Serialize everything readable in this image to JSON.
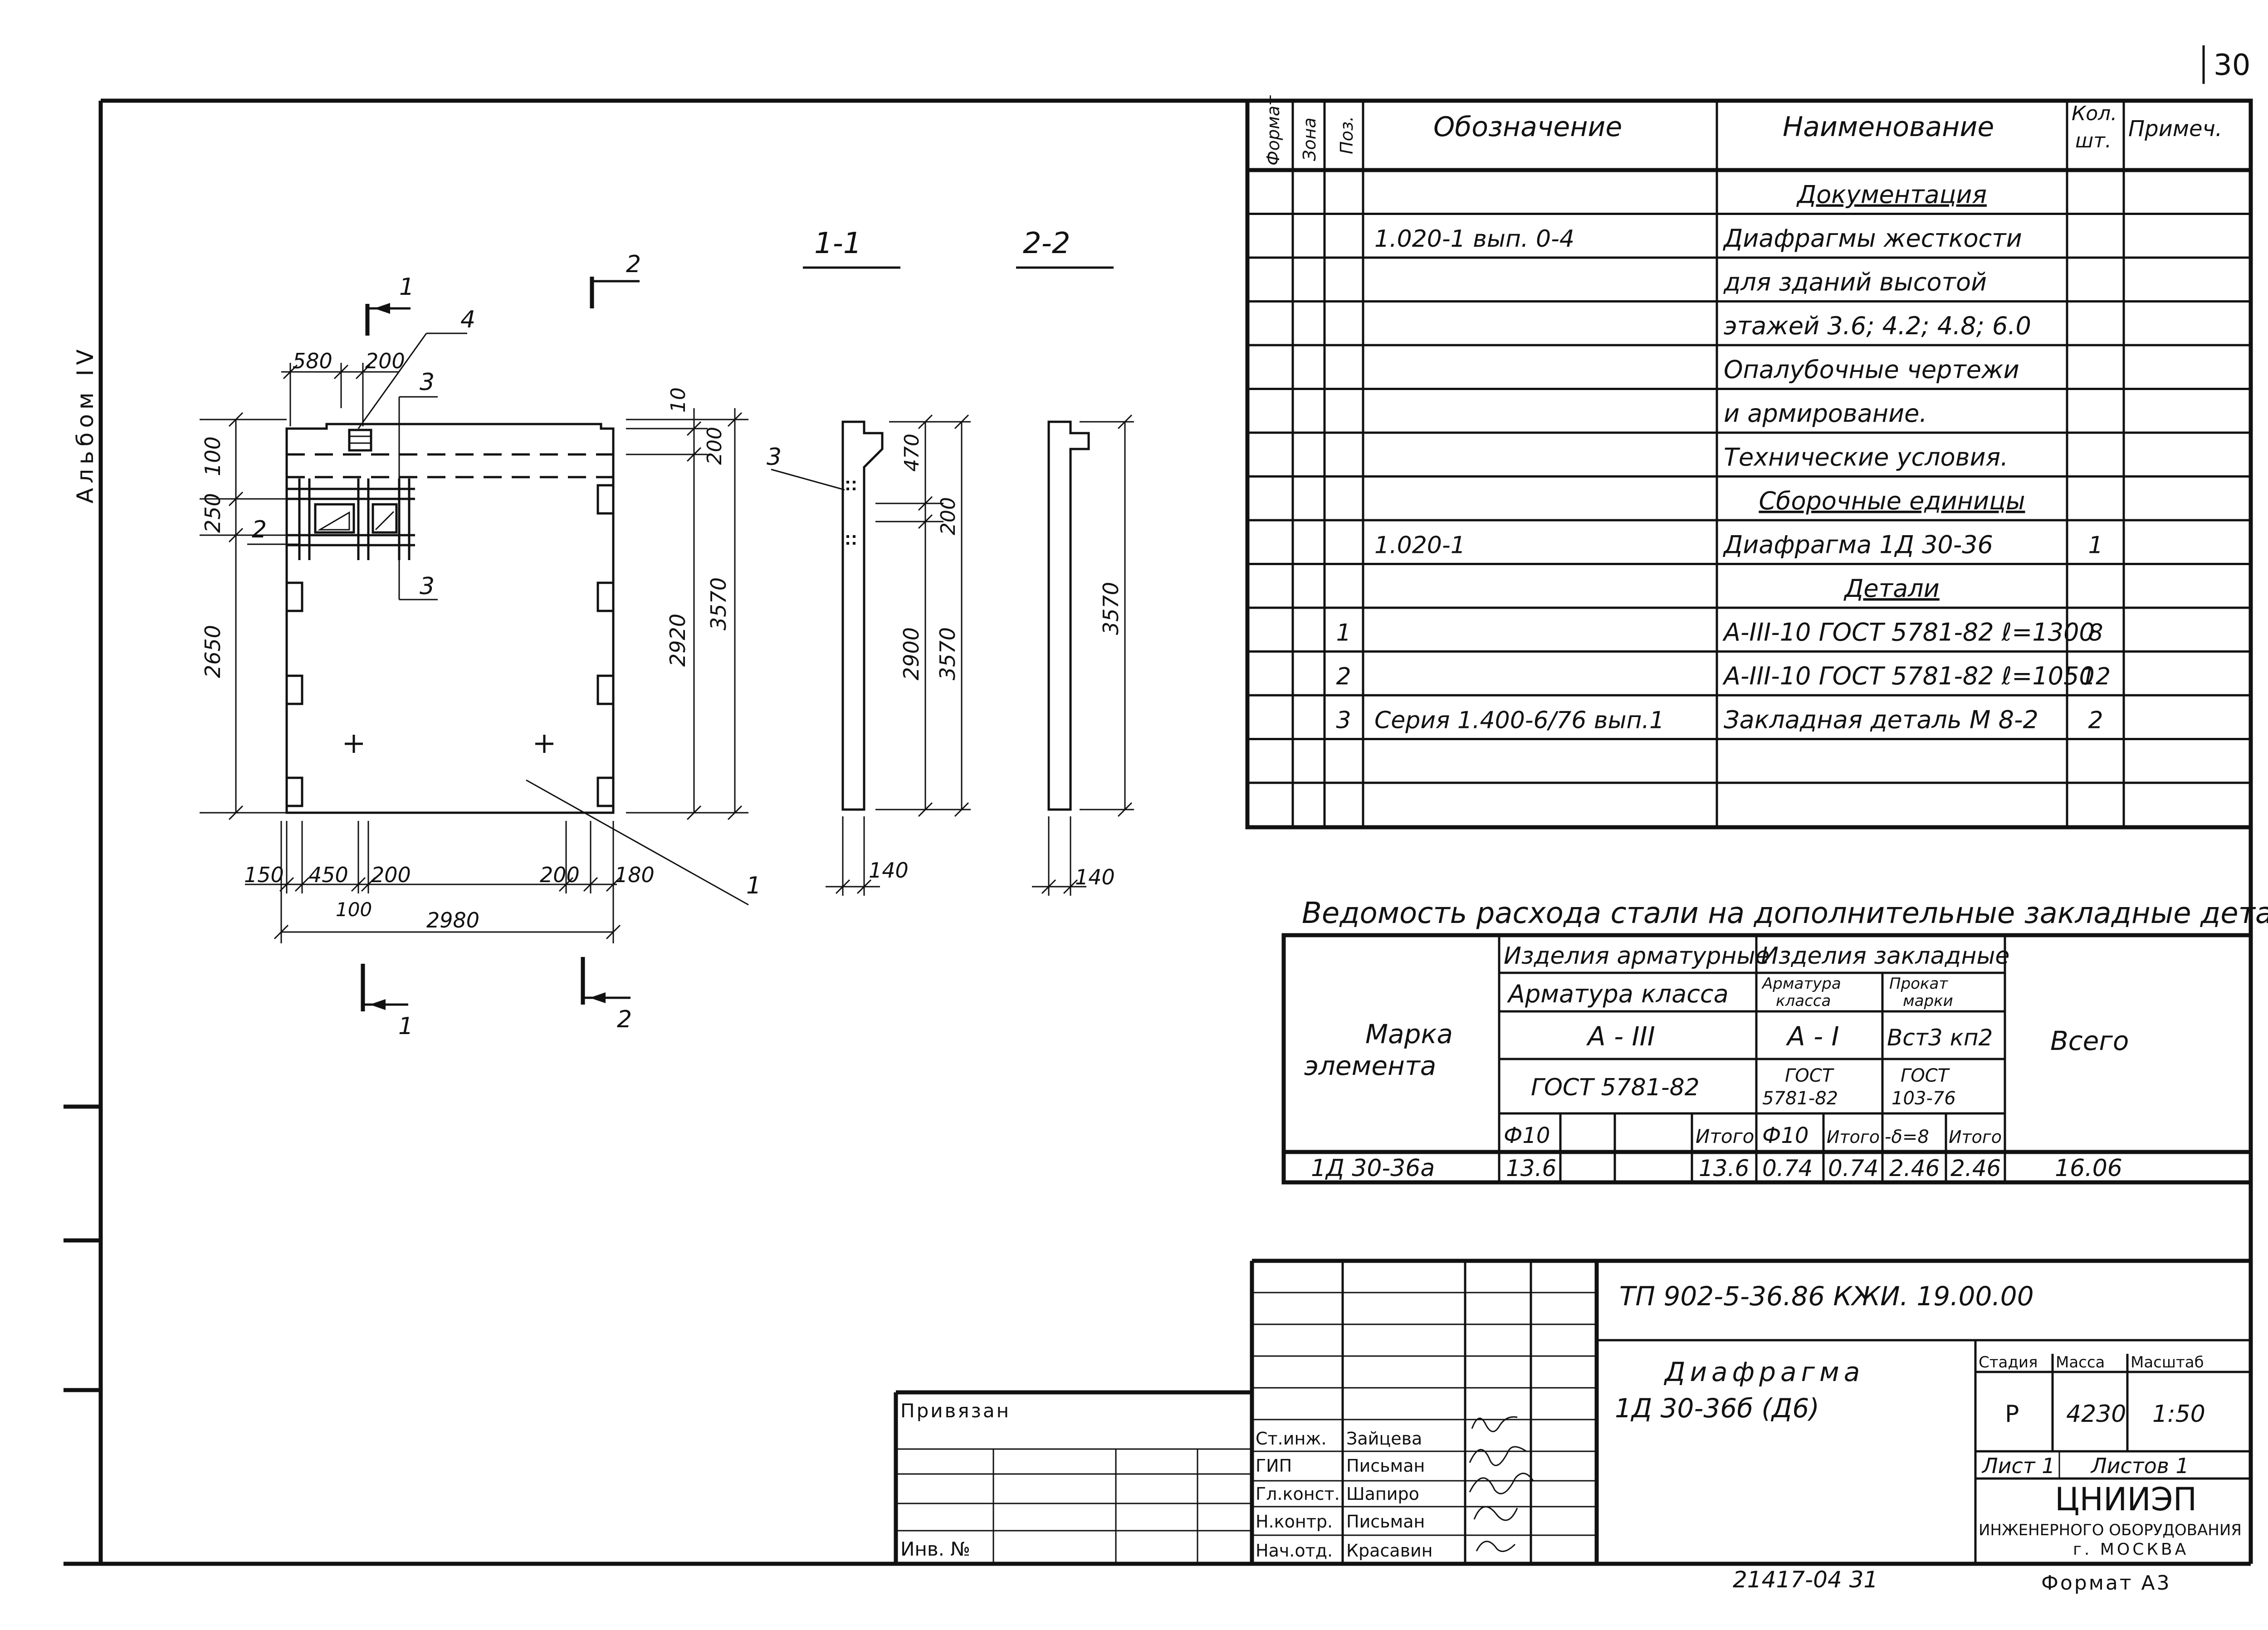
{
  "page_number": "30",
  "album": "Альбом IV",
  "drawing": {
    "section_labels": [
      "1-1",
      "2-2"
    ],
    "cut_marks": [
      "1",
      "2"
    ],
    "callouts": [
      "1",
      "2",
      "3",
      "4"
    ],
    "dims_top": [
      "580",
      "200"
    ],
    "dims_left": [
      "100",
      "250",
      "2650"
    ],
    "dims_bottom": [
      "150",
      "450",
      "200",
      "100",
      "200",
      "180",
      "2980"
    ],
    "dims_right": [
      "10",
      "200",
      "2920",
      "3570"
    ],
    "dims_s1": [
      "470",
      "200",
      "2900",
      "3570",
      "140"
    ],
    "dims_s2": [
      "3570",
      "140"
    ]
  },
  "spec": {
    "headers": {
      "format": "Формат",
      "zone": "Зона",
      "pos": "Поз.",
      "designation": "Обозначение",
      "name": "Наименование",
      "qty": "Кол. шт.",
      "note": "Примеч."
    },
    "rows": [
      {
        "pos": "",
        "designation": "",
        "name": "Документация",
        "qty": "",
        "heading": true
      },
      {
        "pos": "",
        "designation": "1.020-1    вып. 0-4",
        "name": "Диафрагмы жесткости",
        "qty": ""
      },
      {
        "pos": "",
        "designation": "",
        "name": "для зданий высотой",
        "qty": ""
      },
      {
        "pos": "",
        "designation": "",
        "name": "этажей 3.6; 4.2; 4.8; 6.0",
        "qty": ""
      },
      {
        "pos": "",
        "designation": "",
        "name": "Опалубочные чертежи",
        "qty": ""
      },
      {
        "pos": "",
        "designation": "",
        "name": "и армирование.",
        "qty": ""
      },
      {
        "pos": "",
        "designation": "",
        "name": "Технические условия.",
        "qty": ""
      },
      {
        "pos": "",
        "designation": "",
        "name": "Сборочные единицы",
        "qty": "",
        "heading": true
      },
      {
        "pos": "",
        "designation": "1.020-1",
        "name": "Диафрагма 1Д 30-36",
        "qty": "1"
      },
      {
        "pos": "",
        "designation": "",
        "name": "Детали",
        "qty": "",
        "heading": true
      },
      {
        "pos": "1",
        "designation": "",
        "name": "А-III-10 ГОСТ 5781-82 ℓ=1300",
        "qty": "8"
      },
      {
        "pos": "2",
        "designation": "",
        "name": "А-III-10 ГОСТ 5781-82 ℓ=1050",
        "qty": "12"
      },
      {
        "pos": "3",
        "designation": "Серия 1.400-6/76 вып.1",
        "name": "Закладная деталь М 8-2",
        "qty": "2"
      },
      {
        "pos": "",
        "designation": "",
        "name": "",
        "qty": ""
      },
      {
        "pos": "",
        "designation": "",
        "name": "",
        "qty": ""
      }
    ]
  },
  "steel": {
    "title": "Ведомость расхода стали на дополнительные закладные детали",
    "mark_header": "Марка элемента",
    "armature_items": "Изделия арматурные",
    "embedded_items": "Изделия закладные",
    "armature_class": "Арматура класса",
    "armature_class_2": "Арматура класса",
    "rolled_grade": "Прокат марки",
    "a3": "А - III",
    "a1": "А - I",
    "grade": "Вст3 кп2",
    "gost_a3": "ГОСТ 5781-82",
    "gost_a1": "ГОСТ 5781-82",
    "gost_rolled": "ГОСТ 103-76",
    "total_header": "Всего",
    "col_phi10": "Ф10",
    "col_itogo": "Итого",
    "col_phi10b": "Ф10",
    "col_itogo2": "Итого",
    "col_delta": "-δ=8",
    "col_itogo3": "Итого",
    "row": {
      "mark": "1Д 30-36а",
      "phi10": "13.6",
      "itogo1": "13.6",
      "phi10b": "0.74",
      "itogo2": "0.74",
      "delta": "2.46",
      "itogo3": "2.46",
      "total": "16.06"
    }
  },
  "title_block": {
    "code": "ТП 902-5-36.86      КЖИ. 19.00.00",
    "title_line1": "Диафрагма",
    "title_line2": "1Д 30-36б   (Д6)",
    "stage_label": "Стадия",
    "mass_label": "Масса",
    "scale_label": "Масштаб",
    "stage": "Р",
    "mass": "4230",
    "scale": "1:50",
    "sheet": "Лист 1",
    "sheets": "Листов 1",
    "org1": "ЦНИИЭП",
    "org2": "ИНЖЕНЕРНОГО ОБОРУДОВАНИЯ",
    "org3": "г. МОСКВА",
    "bound": "Привязан",
    "inv": "Инв. №",
    "staff": [
      {
        "role": "Ст.инж.",
        "name": "Зайцева"
      },
      {
        "role": "ГИП",
        "name": "Письман"
      },
      {
        "role": "Гл.конст.",
        "name": "Шапиро"
      },
      {
        "role": "Н.контр.",
        "name": "Письман"
      },
      {
        "role": "Нач.отд.",
        "name": "Красавин"
      }
    ],
    "footer_num": "21417-04   31",
    "format": "Формат А3"
  }
}
